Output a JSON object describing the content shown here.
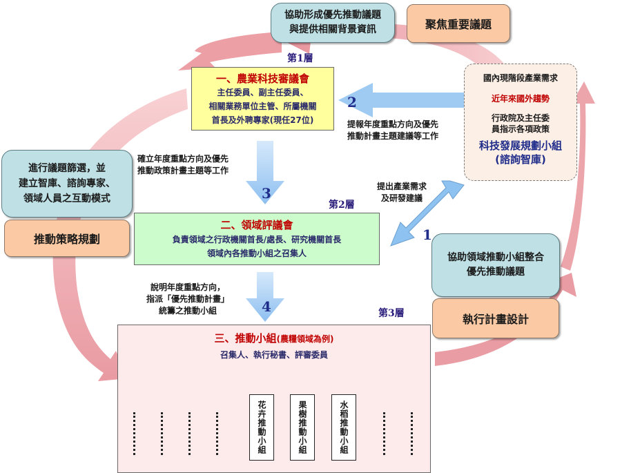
{
  "layers": {
    "first": "第1層",
    "second": "第2層",
    "third": "第3層"
  },
  "top_teal": {
    "line1": "協助形成優先推動議題",
    "line2": "與提供相關背景資訊"
  },
  "top_orange": "聚焦重要議題",
  "left_teal": {
    "line1": "進行議題篩選，並",
    "line2": "建立智庫、諮詢專家、",
    "line3": "領域人員之互動模式"
  },
  "left_orange": "推動策略規劃",
  "right_teal": {
    "line1": "協助領域推動小組整合",
    "line2": "優先推動議題"
  },
  "right_orange": "執行計畫設計",
  "box1": {
    "title": "一、農業科技審議會",
    "line1": "主任委員、副主任委員、",
    "line2": "相關業務單位主管、所屬機關",
    "line3": "首長及外聘專家(現任27位)"
  },
  "box2": {
    "title": "二、領域評議會",
    "line1": "負責領域之行政機關首長/處長、研究機關首長",
    "line2": "領域內各推動小組之召集人"
  },
  "box3": {
    "title": "三、推動小組",
    "title_note": "(農糧領域為例)",
    "subtitle": "召集人、執行秘書、評審委員",
    "groups": [
      "花卉推動小組",
      "果樹推動小組",
      "水稻推動小組"
    ]
  },
  "think_tank": {
    "item1": "國內現階段產業需求",
    "item2": "近年來國外趨勢",
    "item3_line1": "行政院及主任委",
    "item3_line2": "員指示各項政策",
    "title": "科技發展規劃小組",
    "subtitle": "(諮詢智庫)"
  },
  "arrows": {
    "a1": "1",
    "a2": "2",
    "a3": "3",
    "a4": "4",
    "label2_line1": "提報年度重點方向及優先",
    "label2_line2": "推動計畫主題建議等工作",
    "label3_line1": "確立年度重點方向及優先",
    "label3_line2": "推動政策計畫主題等工作",
    "label1_line1": "提出產業需求",
    "label1_line2": "及研發建議",
    "label4_line1": "說明年度重點方向，",
    "label4_line2": "指派「優先推動計畫」",
    "label4_line3": "統籌之推動小組"
  }
}
